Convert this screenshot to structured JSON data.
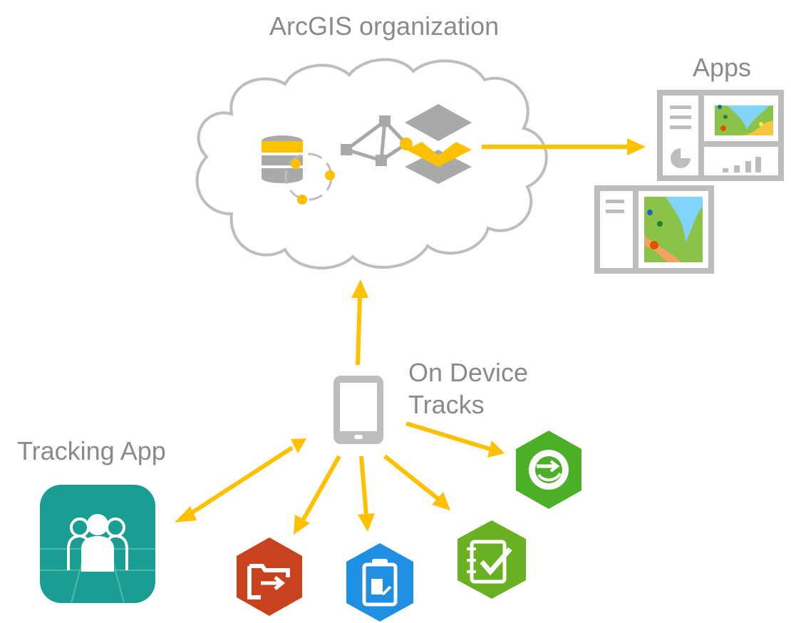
{
  "labels": {
    "cloud_title": "ArcGIS organization",
    "apps_title": "Apps",
    "device_line1": "On Device",
    "device_line2": "Tracks",
    "tracking_title": "Tracking App"
  },
  "colors": {
    "arrow": "#FFC000",
    "outline": "#BDBDBD",
    "text": "#8A8A8A",
    "tracking_app": "#1A9E93",
    "navigator": "#C9421E",
    "workforce": "#1E8FE1",
    "survey": "#6AB023",
    "collector": "#4CAF28"
  },
  "icons": [
    "database-icon",
    "network-icon",
    "layers-icon",
    "dashboard-app-icon",
    "map-app-icon",
    "mobile-device-icon",
    "tracking-app-icon",
    "navigator-app-icon",
    "workforce-app-icon",
    "survey123-app-icon",
    "collector-app-icon"
  ]
}
